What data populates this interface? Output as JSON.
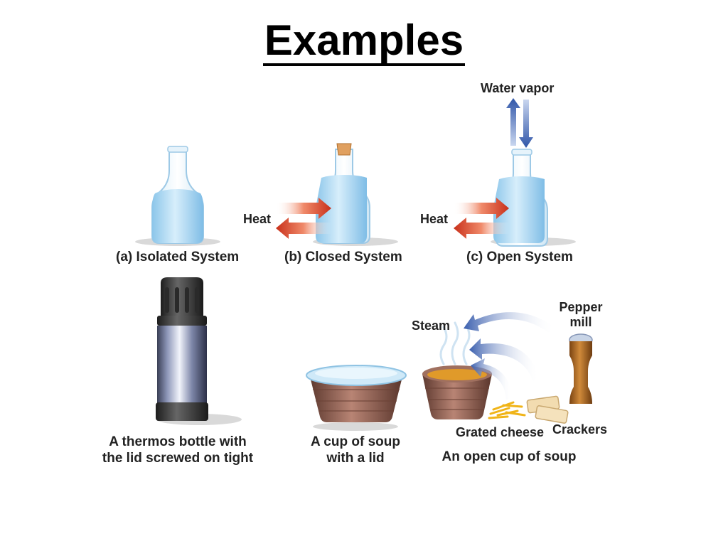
{
  "title": "Examples",
  "systems": {
    "isolated_label": "(a) Isolated System",
    "closed_label": "(b) Closed System",
    "open_label": "(c) Open System",
    "heat_label": "Heat",
    "water_vapor_label": "Water vapor"
  },
  "examples": {
    "thermos_caption": [
      "A thermos bottle with",
      "the lid screwed on tight"
    ],
    "lidded_cup_caption": [
      "A cup of soup",
      "with a lid"
    ],
    "open_cup_caption": "An open cup of soup",
    "steam_label": "Steam",
    "pepper_label": [
      "Pepper",
      "mill"
    ],
    "cheese_label": "Grated cheese",
    "crackers_label": "Crackers"
  },
  "colors": {
    "water": "#9fd0ee",
    "heat_arrow": "#d23a1a",
    "vapor_arrow": "#3f64b0",
    "soup": "#e09a2a",
    "bowl": "#8a5a4a"
  }
}
